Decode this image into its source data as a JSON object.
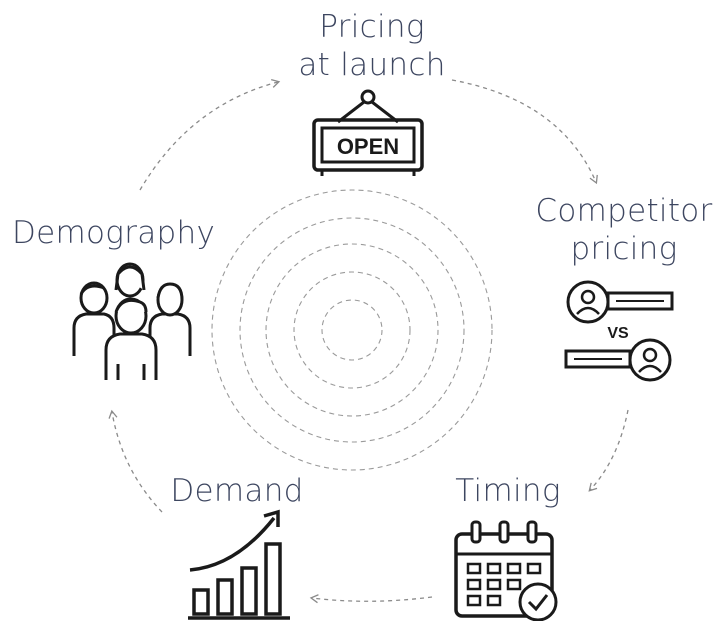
{
  "diagram": {
    "nodes": [
      {
        "id": "pricing-at-launch",
        "lines": [
          "Pricing",
          "at launch"
        ],
        "icon": "open-sign-icon",
        "sign_text": "OPEN"
      },
      {
        "id": "competitor-pricing",
        "lines": [
          "Competitor",
          "pricing"
        ],
        "icon": "competitor-vs-icon",
        "vs_text": "VS"
      },
      {
        "id": "timing",
        "lines": [
          "Timing"
        ],
        "icon": "calendar-check-icon"
      },
      {
        "id": "demand",
        "lines": [
          "Demand"
        ],
        "icon": "growth-chart-icon"
      },
      {
        "id": "demography",
        "lines": [
          "Demography"
        ],
        "icon": "people-group-icon"
      }
    ],
    "cycle_order": [
      "pricing-at-launch",
      "competitor-pricing",
      "timing",
      "demand",
      "demography"
    ],
    "colors": {
      "text": "#3d4660",
      "icon": "#1a1a1a",
      "arrow": "#8a8a8a",
      "rings": "#9a9a9a"
    }
  }
}
